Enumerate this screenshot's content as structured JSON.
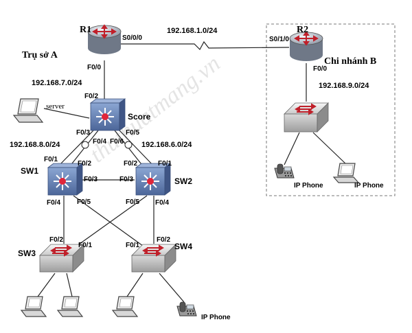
{
  "sites": {
    "site_a": "Trụ sở A",
    "site_b": "Chi nhánh B"
  },
  "watermark": "thuthuatmang.vn",
  "devices": {
    "r1": "R1",
    "r2": "R2",
    "score": "Score",
    "sw1": "SW1",
    "sw2": "SW2",
    "sw3": "SW3",
    "sw4": "SW4",
    "server": "server",
    "ipphone": "IP Phone"
  },
  "networks": {
    "wan": "192.168.1.0/24",
    "lan7": "192.168.7.0/24",
    "lan8": "192.168.8.0/24",
    "lan6": "192.168.6.0/24",
    "lan9": "192.168.9.0/24"
  },
  "ports": {
    "r1_s000": "S0/0/0",
    "r1_f00": "F0/0",
    "r2_s010": "S0/1/0",
    "r2_f00": "F0/0",
    "score_f02": "F0/2",
    "score_f03": "F0/3",
    "score_f04": "F0/4",
    "score_f05": "F0/5",
    "score_f06": "F0/6",
    "sw1_f01": "F0/1",
    "sw1_f02": "F0/2",
    "sw1_f03": "F0/3",
    "sw1_f04": "F0/4",
    "sw1_f05": "F0/5",
    "sw2_f02": "F0/2",
    "sw2_f01": "F0/1",
    "sw2_f03": "F0/3",
    "sw2_f04": "F0/4",
    "sw2_f05": "F0/5",
    "sw3_f02": "F0/2",
    "sw3_f01": "F0/1",
    "sw4_f01": "F0/1",
    "sw4_f02": "F0/2"
  }
}
